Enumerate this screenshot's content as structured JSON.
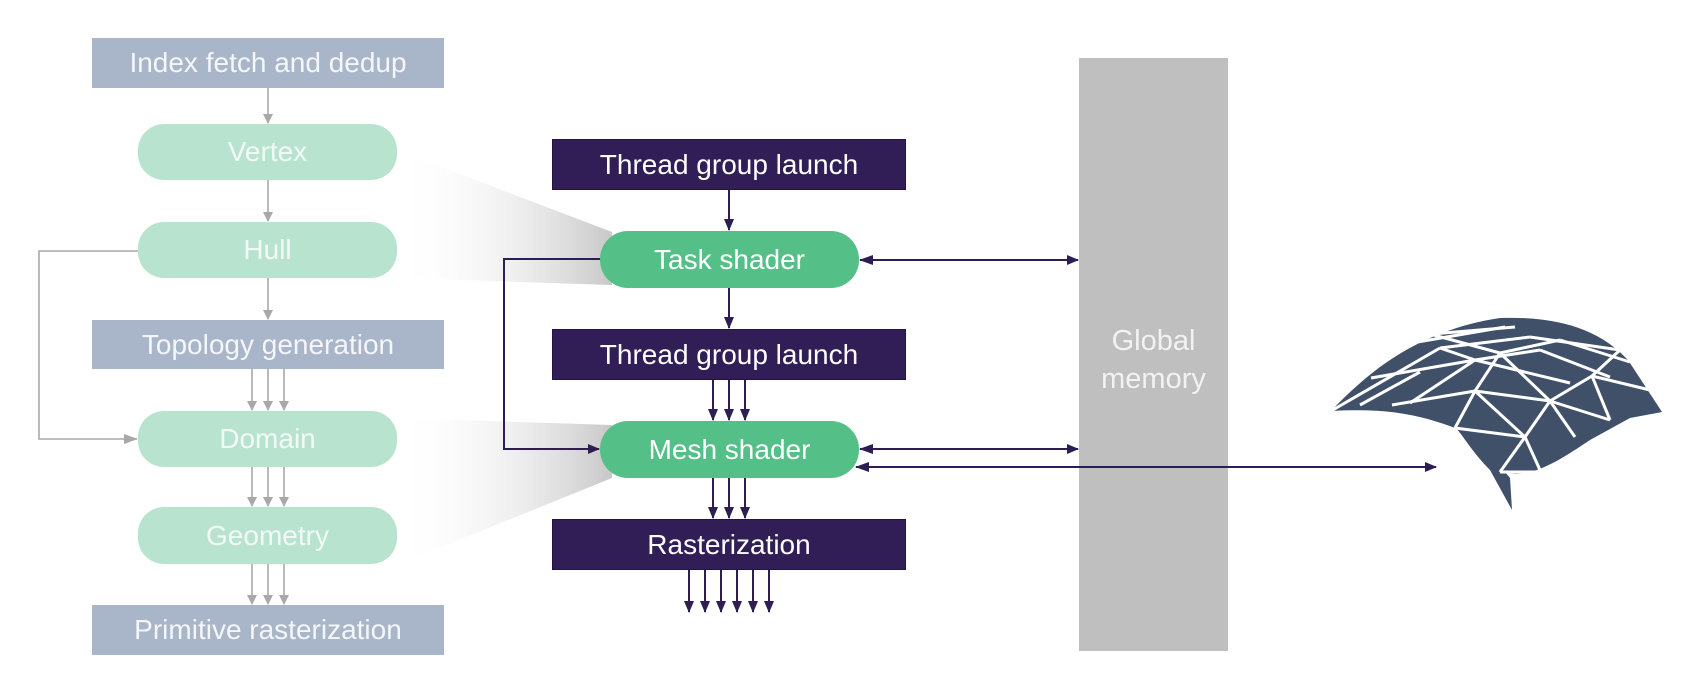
{
  "colors": {
    "legacy_stage_rect": "#a9b5c9",
    "legacy_stage_pill": "#b8e4cf",
    "legacy_arrow": "#a8a8a8",
    "new_stage_rect": "#321e57",
    "new_stage_pill": "#55bf88",
    "new_arrow": "#2d1d55",
    "global_memory": "#bfbfbf",
    "mesh_fill": "#3f5068"
  },
  "legacy_pipeline": {
    "index_fetch": "Index fetch and dedup",
    "vertex": "Vertex",
    "hull": "Hull",
    "topology": "Topology generation",
    "domain": "Domain",
    "geometry": "Geometry",
    "primitive_raster": "Primitive rasterization"
  },
  "mesh_pipeline": {
    "thread_group_launch_1": "Thread group launch",
    "task_shader": "Task shader",
    "thread_group_launch_2": "Thread group launch",
    "mesh_shader": "Mesh shader",
    "rasterization": "Rasterization"
  },
  "global_memory": {
    "line1": "Global",
    "line2": "memory"
  },
  "output_object": "triangle-mesh-icon"
}
